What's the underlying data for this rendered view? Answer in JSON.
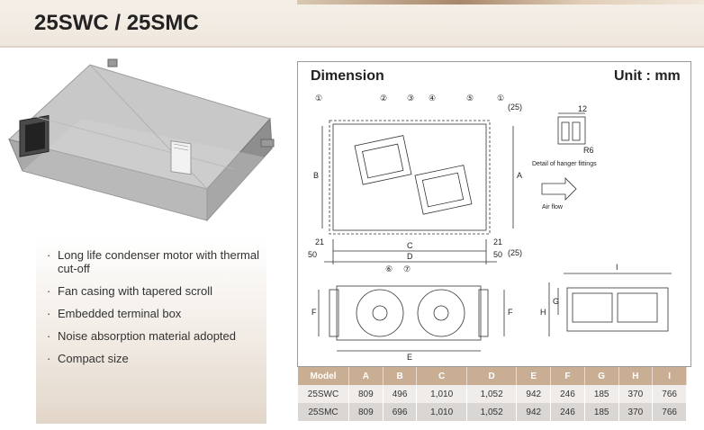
{
  "page": {
    "title": "25SWC / 25SMC"
  },
  "features": [
    "Long life condenser motor with thermal cut-off",
    "Fan casing with tapered scroll",
    "Embedded terminal box",
    "Noise absorption material adopted",
    "Compact size"
  ],
  "dimension": {
    "title": "Dimension",
    "unit": "Unit : mm",
    "callouts": [
      "①",
      "②",
      "③",
      "④",
      "⑤",
      "①",
      "⑥",
      "⑦"
    ],
    "labels": {
      "A": "A",
      "B": "B",
      "C": "C",
      "D": "D",
      "E": "E",
      "F": "F",
      "G": "G",
      "H": "H",
      "I": "I",
      "n21": "21",
      "n50": "50",
      "n25": "(25)",
      "n12": "12",
      "r6": "R6",
      "hanger": "Detail of hanger fittings",
      "airflow": "Air flow"
    }
  },
  "table": {
    "headers": [
      "Model",
      "A",
      "B",
      "C",
      "D",
      "E",
      "F",
      "G",
      "H",
      "I"
    ],
    "rows": [
      [
        "25SWC",
        "809",
        "496",
        "1,010",
        "1,052",
        "942",
        "246",
        "185",
        "370",
        "766"
      ],
      [
        "25SMC",
        "809",
        "696",
        "1,010",
        "1,052",
        "942",
        "246",
        "185",
        "370",
        "766"
      ]
    ]
  },
  "colors": {
    "header_bg": "#c9ae94",
    "row_light": "#efece9",
    "row_dark": "#d9d6d3",
    "panel_gradient_end": "#e2d6c8"
  }
}
